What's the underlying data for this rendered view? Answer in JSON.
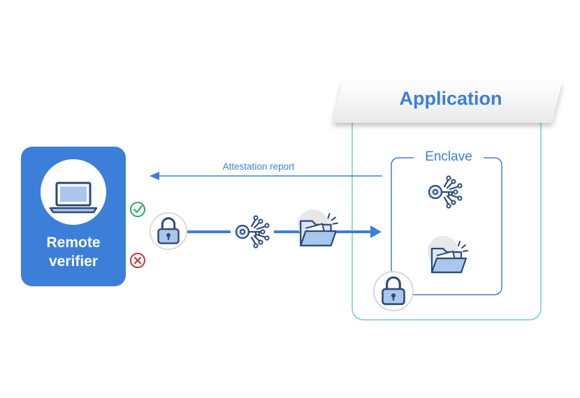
{
  "verifier": {
    "line1": "Remote",
    "line2": "verifier"
  },
  "application": {
    "title": "Application"
  },
  "enclave": {
    "title": "Enclave"
  },
  "flow": {
    "attestation_label": "Attestation report"
  },
  "status": {
    "success": "check-icon",
    "failure": "cross-icon"
  },
  "colors": {
    "primary": "#3b7fd9",
    "teal": "#6fcfd0",
    "success": "#27ae60",
    "failure": "#c0392b"
  }
}
